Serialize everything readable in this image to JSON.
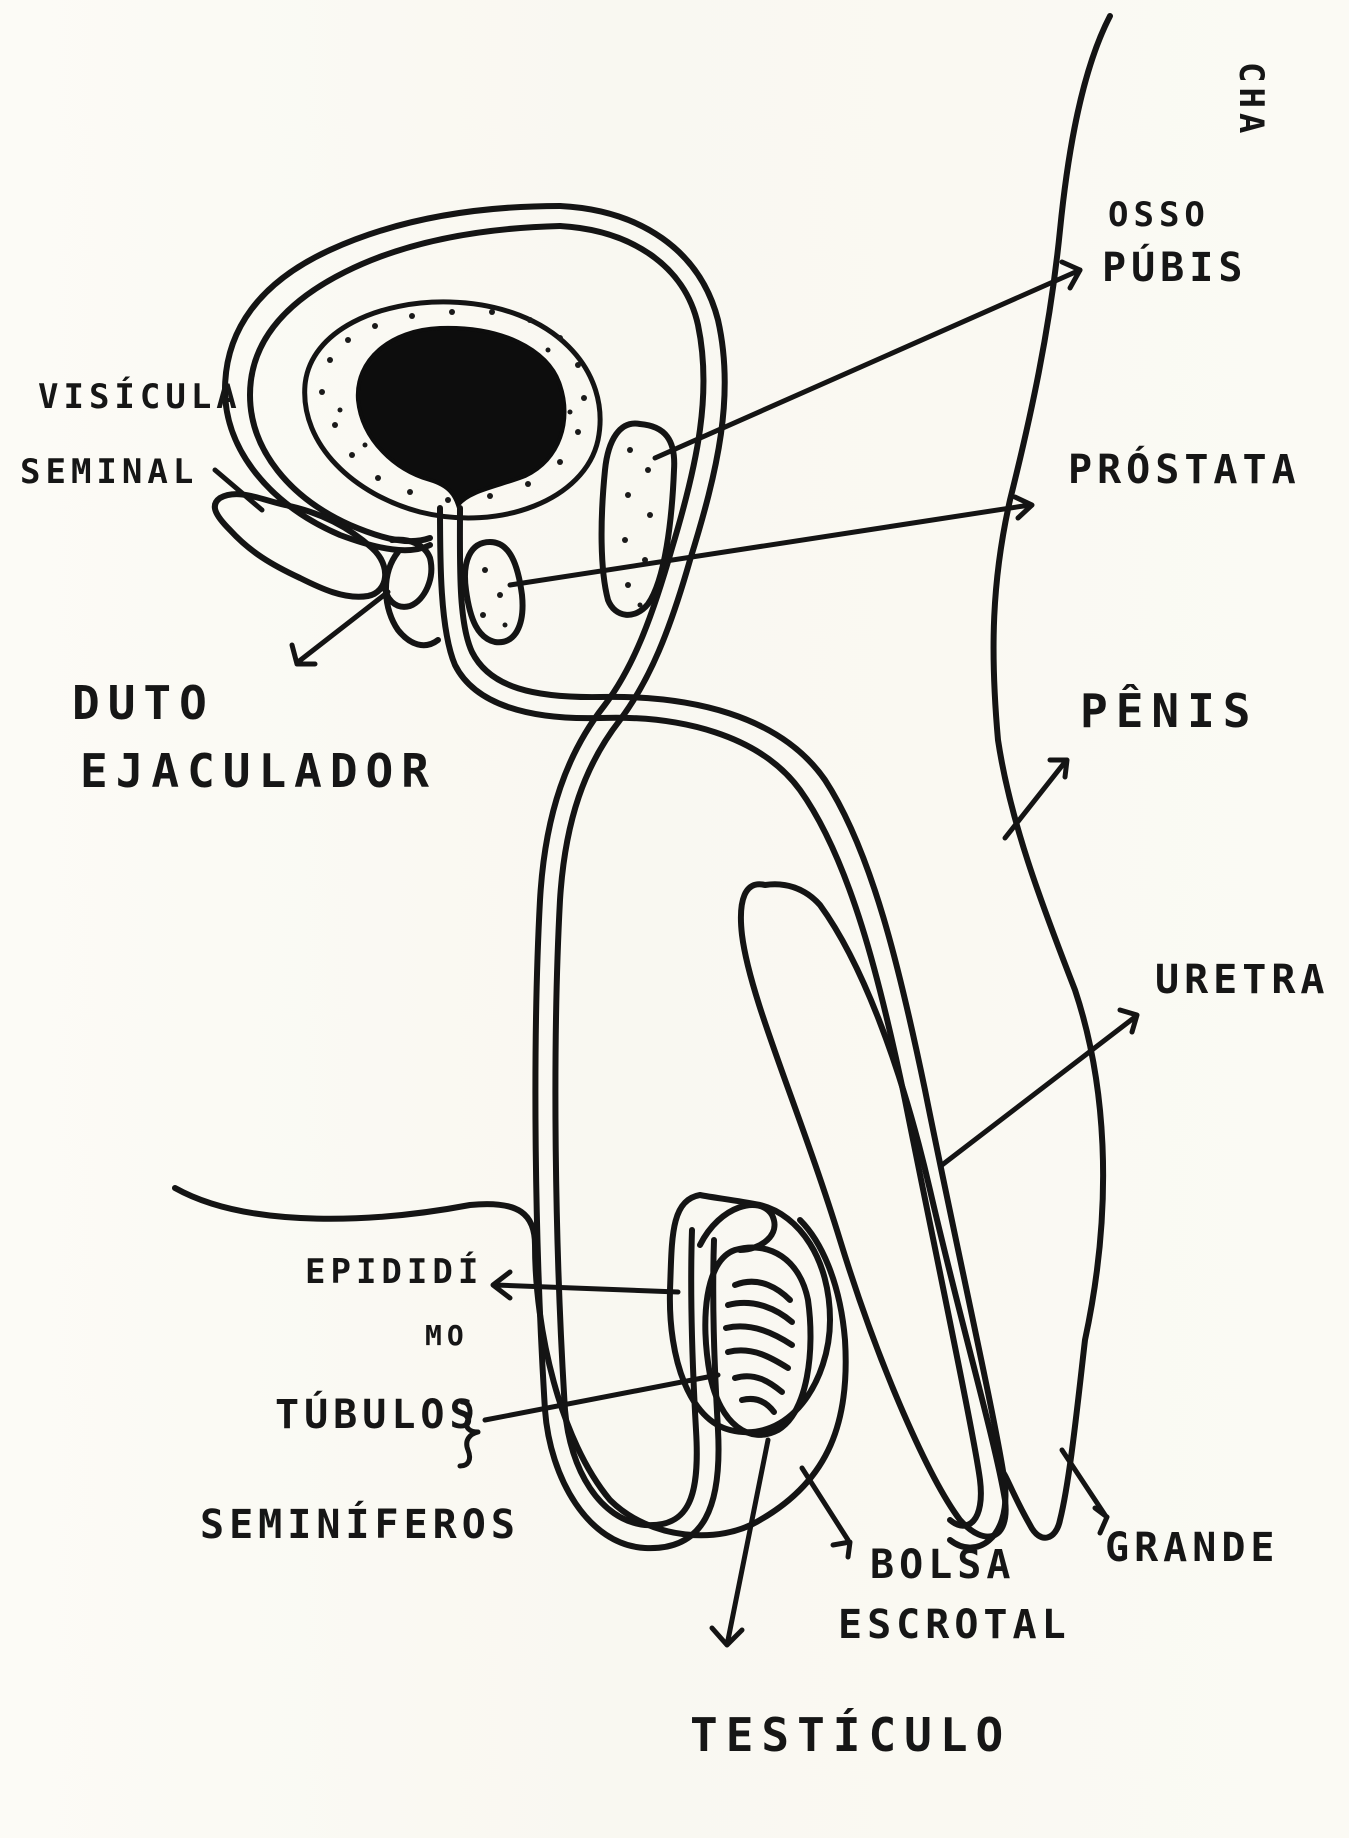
{
  "labels": {
    "osso": "OSSO",
    "pubis": "PÚBIS",
    "prostata": "PRÓSTATA",
    "penis": "PÊNIS",
    "uretra": "URETRA",
    "grande": "GRANDE",
    "bolsa": "BOLSA",
    "escrotal": "ESCROTAL",
    "testiculo": "TESTÍCULO",
    "seminiferos": "SEMINÍFEROS",
    "tubulos": "TÚBULOS",
    "epididimo_1": "EPIDIDÍ",
    "epididimo_2": "MO",
    "duto": "DUTO",
    "ejaculador": "EJACULADOR",
    "visicula": "VISÍCULA",
    "seminal": "SEMINAL",
    "corner": "CHA"
  }
}
